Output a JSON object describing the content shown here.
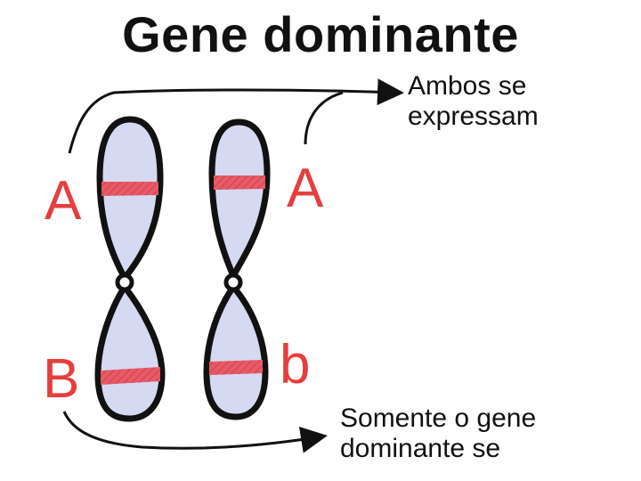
{
  "title": "Gene dominante",
  "note_top": {
    "line1": "Ambos se",
    "line2": "expressam"
  },
  "note_bottom": {
    "line1": "Somente o gene",
    "line2": "dominante se"
  },
  "alleles": {
    "left_top": "A",
    "right_top": "A",
    "left_bottom": "B",
    "right_bottom": "b"
  },
  "colors": {
    "chromosome_fill": "#d6d9f2",
    "chromosome_outline": "#111111",
    "band": "#e85a66",
    "allele_text": "#e63e3e",
    "arrow": "#111111"
  }
}
